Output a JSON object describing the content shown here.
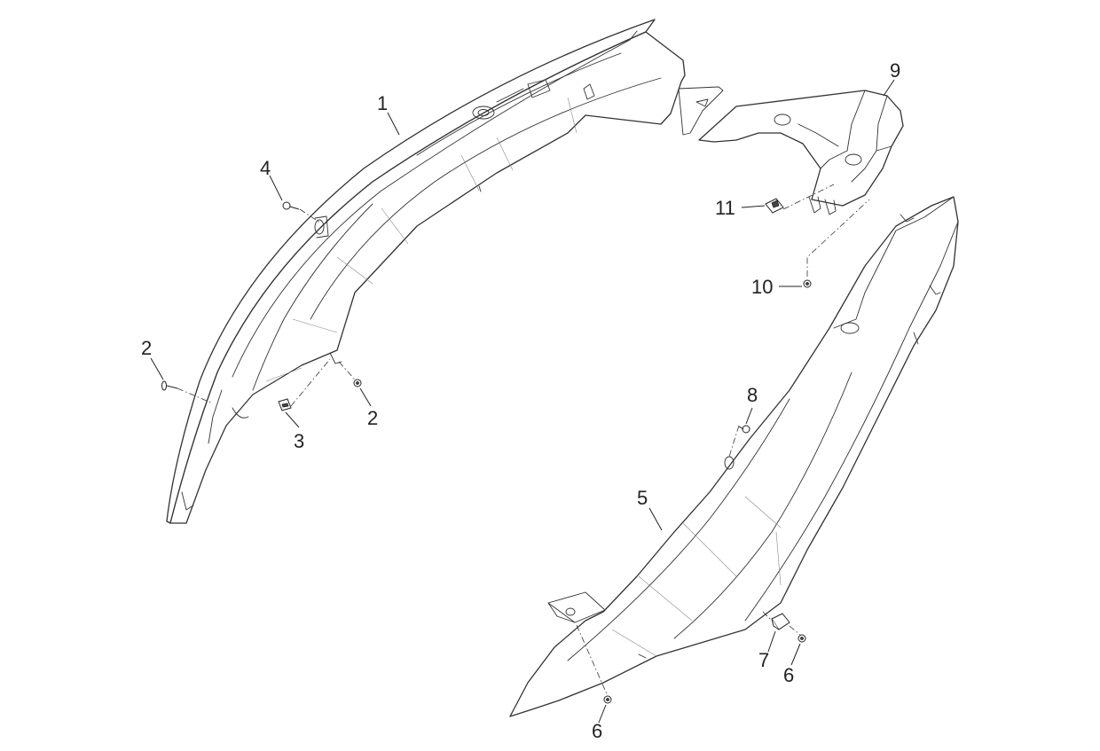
{
  "callouts": {
    "c1": "1",
    "c2a": "2",
    "c2b": "2",
    "c3": "3",
    "c4": "4",
    "c5": "5",
    "c6a": "6",
    "c6b": "6",
    "c7": "7",
    "c8": "8",
    "c9": "9",
    "c10": "10",
    "c11": "11"
  }
}
